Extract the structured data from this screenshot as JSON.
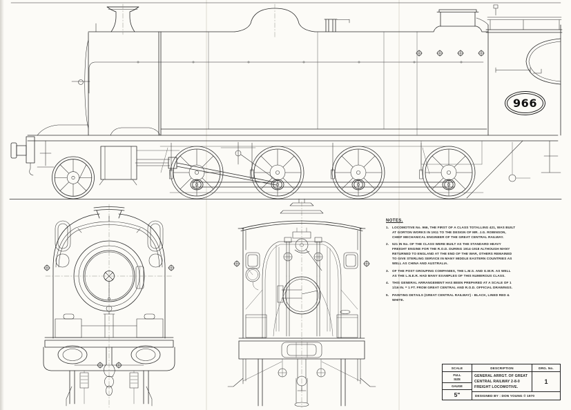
{
  "drawing": {
    "cab_numberplate": "966"
  },
  "notes": {
    "heading": "NOTES.",
    "items": [
      {
        "num": "1.",
        "text": "LOCOMOTIVE No. 966, THE FIRST OF A CLASS TOTALLING 421, WAS BUILT AT GORTON WORKS IN 1911 TO THE DESIGN OF MR. J.G. ROBINSON, CHIEF MECHANICAL ENGINEER OF THE GREAT CENTRAL RAILWAY."
      },
      {
        "num": "2.",
        "text": "521 IN No. OF THE CLASS WERE BUILT AS THE STANDARD HEAVY FREIGHT ENGINE FOR THE R.O.D. DURING 1914-1918 ALTHOUGH MANY RETURNED TO ENGLAND AT THE END OF THE WAR, OTHERS REMAINED TO GIVE STERLING SERVICE IN MANY MIDDLE EASTERN COUNTRIES AS WELL AS CHINA AND AUSTRALIA."
      },
      {
        "num": "3.",
        "text": "OF THE POST GROUPING COMPANIES, THE L.M.S. AND G.W.R. AS WELL AS THE L.N.E.R. HAD MANY EXAMPLES OF THIS NUMEROUS CLASS."
      },
      {
        "num": "4.",
        "text": "THIS GENERAL ARRANGEMENT HAS BEEN PREPARED AT A SCALE OF 1 1/16 IN. = 1 FT. FROM GREAT CENTRAL AND R.O.D. OFFICIAL DRAWINGS."
      },
      {
        "num": "5.",
        "text": "PAINTING DETAILS (GREAT CENTRAL RAILWAY) - BLACK, LINED RED & WHITE."
      }
    ]
  },
  "title_block": {
    "scale_header": "SCALE",
    "description_header": "DESCRIPTION",
    "drg_no_header": "DRG. No.",
    "scale_value": "FULL SIZE",
    "gauge_label": "GAUGE",
    "gauge_value": "5\"",
    "description_lines": [
      "GENERAL ARRGT. OF GREAT",
      "CENTRAL RAILWAY 2-8-0",
      "FREIGHT LOCOMOTIVE."
    ],
    "drg_no_value": "1",
    "designed_by": "DESIGNED BY : DON YOUNG © 1970"
  }
}
